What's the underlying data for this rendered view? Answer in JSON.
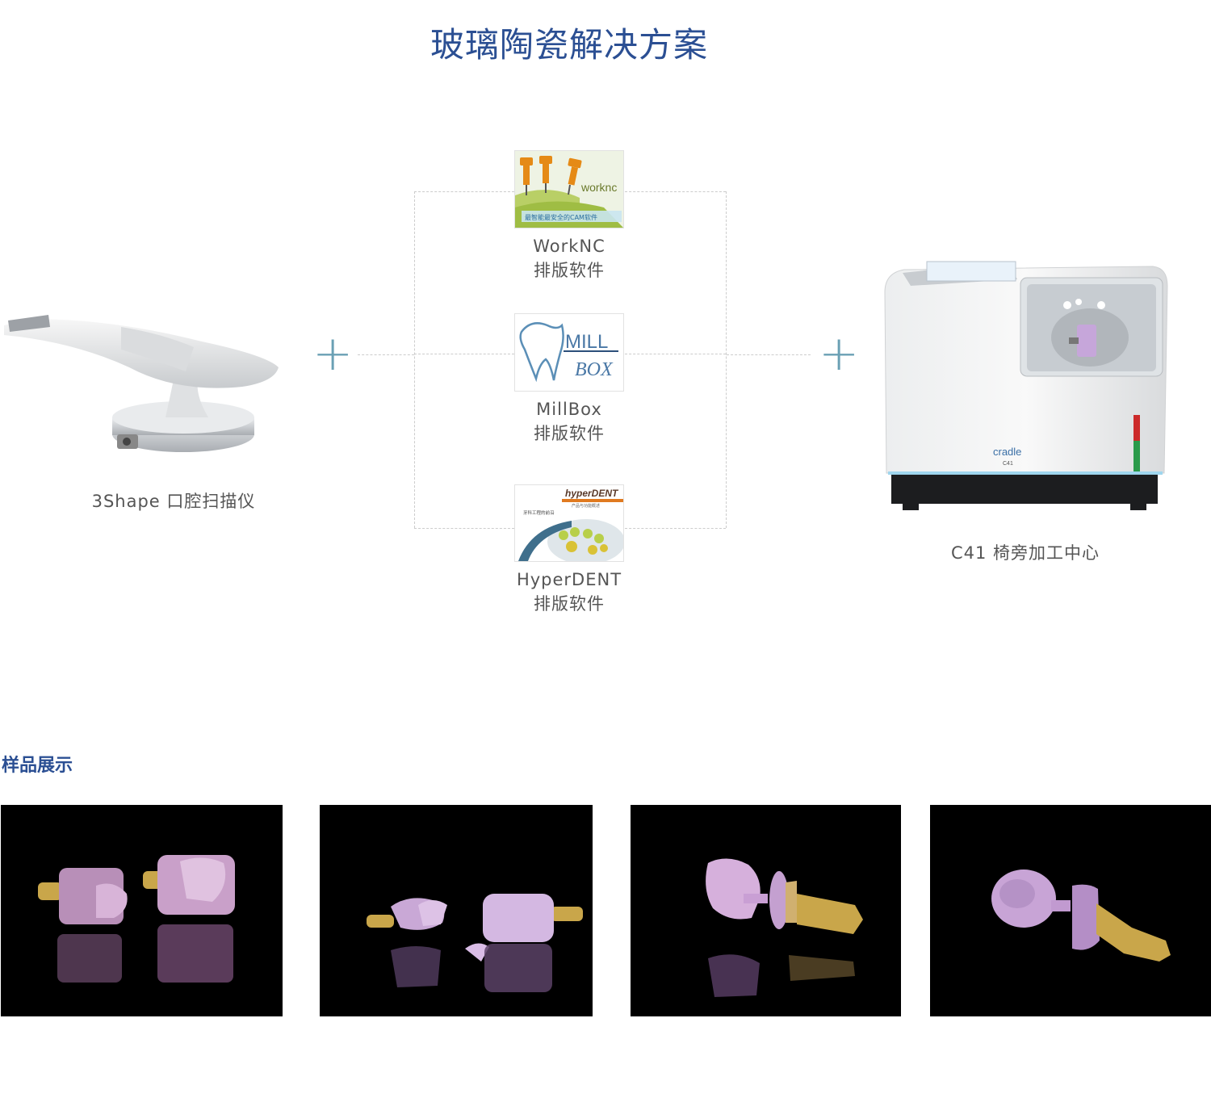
{
  "page": {
    "title": "玻璃陶瓷解决方案"
  },
  "workflow": {
    "scanner": {
      "caption": "3Shape 口腔扫描仪",
      "icon": "intraoral-scanner-image"
    },
    "software": [
      {
        "name": "WorkNC",
        "subtitle": "排版软件",
        "logo_text": "worknc",
        "logo_banner": "最智能最安全的CAM软件"
      },
      {
        "name": "MillBox",
        "subtitle": "排版软件",
        "logo_text_top": "MILL",
        "logo_text_bottom": "BOX"
      },
      {
        "name": "HyperDENT",
        "subtitle": "排版软件",
        "logo_text": "hyperDENT",
        "logo_sub1": "产品与功能概述",
        "logo_sub2": "牙科工程的前沿"
      }
    ],
    "mill": {
      "caption": "C41 椅旁加工中心",
      "brand": "cradle",
      "model": "C41"
    },
    "plus_symbol": "+"
  },
  "samples": {
    "title": "样品展示",
    "items": [
      {
        "name": "sample-1"
      },
      {
        "name": "sample-2"
      },
      {
        "name": "sample-3"
      },
      {
        "name": "sample-4"
      }
    ]
  },
  "colors": {
    "title_blue": "#2b4f93",
    "plus_teal": "#6aa0b4",
    "ceramic_pink": "#d7a3d7",
    "gold": "#c9a64a"
  }
}
